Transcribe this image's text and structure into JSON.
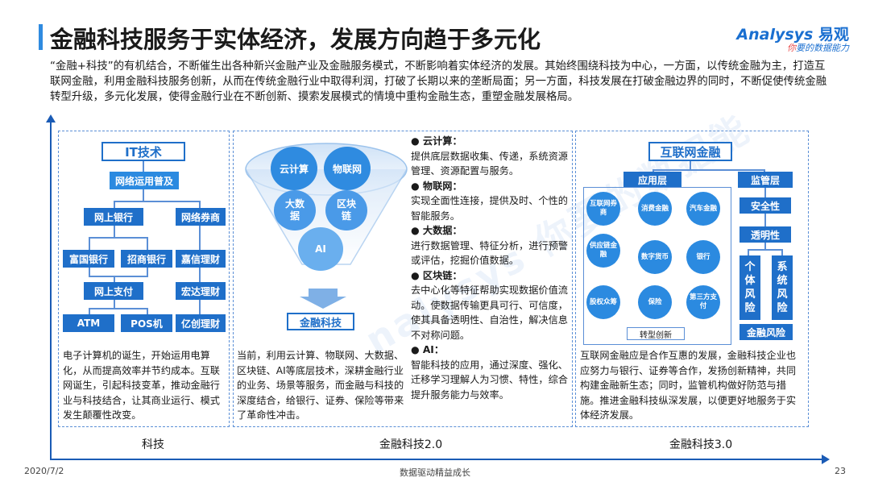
{
  "header": {
    "title": "金融科技服务于实体经济，发展方向趋于多元化",
    "logo_main": "Analysys",
    "logo_cn": "易观",
    "logo_sub_hi": "你",
    "logo_sub": "要的数据能力"
  },
  "intro": "“金融+科技”的有机结合，不断催生出各种新兴金融产业及金融服务模式，不断影响着实体经济的发展。其始终围绕科技为中心，一方面，以传统金融为主，打造互联网金融，利用金融科技服务创新，从而在传统金融行业中取得利润，打破了长期以来的垄断局面；另一方面，科技发展在打破金融边界的同时，不断促使传统金融转型升级，多元化发展，使得金融行业在不断创新、摸索发展模式的情境中重构金融生态，重塑金融发展格局。",
  "it_section": {
    "title": "IT技术",
    "network": "网络运用普及",
    "online_bank": "网上银行",
    "online_broker": "网络券商",
    "fuguo": "富国银行",
    "zhaoshang": "招商银行",
    "jiaxin": "嘉信理财",
    "online_pay": "网上支付",
    "hongda": "宏达理财",
    "atm": "ATM",
    "pos": "POS机",
    "yichuang": "亿创理财",
    "desc": "电子计算机的诞生，开始运用电算化，从而提高效率并节约成本。互联网诞生，引起科技变革，推动金融行业与科技结合，让其商业运行、模式发生颠覆性改变。"
  },
  "fin2_section": {
    "cloud": "云计算",
    "iot": "物联网",
    "bigdata": "大数据",
    "blockchain": "区块链",
    "ai": "AI",
    "fintech": "金融科技",
    "desc": "当前，利用云计算、物联网、大数据、区块链、AI等底层技术，深耕金融行业的业务、场景等服务，而金融与科技的深度结合，给银行、证券、保险等带来了革命性冲击。",
    "bullets": [
      {
        "title": "● 云计算：",
        "text": "提供底层数据收集、传递，系统资源管理、资源配置与服务。"
      },
      {
        "title": "● 物联网：",
        "text": "实现全面性连接，提供及时、个性的智能服务。"
      },
      {
        "title": "● 大数据：",
        "text": "进行数据管理、特征分析，进行预警或评估，挖掘价值数据。"
      },
      {
        "title": "● 区块链：",
        "text": "去中心化等特征帮助实现数据价值流动。使数据传输更具可行、可信度，使其具备透明性、自治性，解决信息不对称问题。"
      },
      {
        "title": "● AI：",
        "text": "智能科技的应用，通过深度、强化、迁移学习理解人为习惯、特性，综合提升服务能力与效率。"
      }
    ]
  },
  "fin3_section": {
    "title": "互联网金融",
    "app_layer": "应用层",
    "reg_layer": "监管层",
    "circles": [
      "互联网券商",
      "消费金融",
      "汽车金融",
      "供应链金融",
      "数字货币",
      "银行",
      "股权众筹",
      "保险",
      "第三方支付"
    ],
    "transform": "转型创新",
    "security": "安全性",
    "transparency": "透明性",
    "personal_risk": "个体风险",
    "system_risk": "系统风险",
    "fin_risk": "金融风险",
    "desc": "互联网金融应是合作互惠的发展，金融科技企业也应努力与银行、证券等合作，发扬创新精神，共同构建金融新生态；同时，监管机构做好防范与措施。推进金融科技纵深发展，以便更好地服务于实体经济发展。"
  },
  "axis": {
    "tech": "科技",
    "fin2": "金融科技2.0",
    "fin3": "金融科技3.0"
  },
  "footer": {
    "date": "2020/7/2",
    "slogan": "数据驱动精益成长",
    "page": "23"
  },
  "colors": {
    "primary": "#1f6fc9",
    "accent": "#2f8be0",
    "dash": "#5b8fd6"
  }
}
